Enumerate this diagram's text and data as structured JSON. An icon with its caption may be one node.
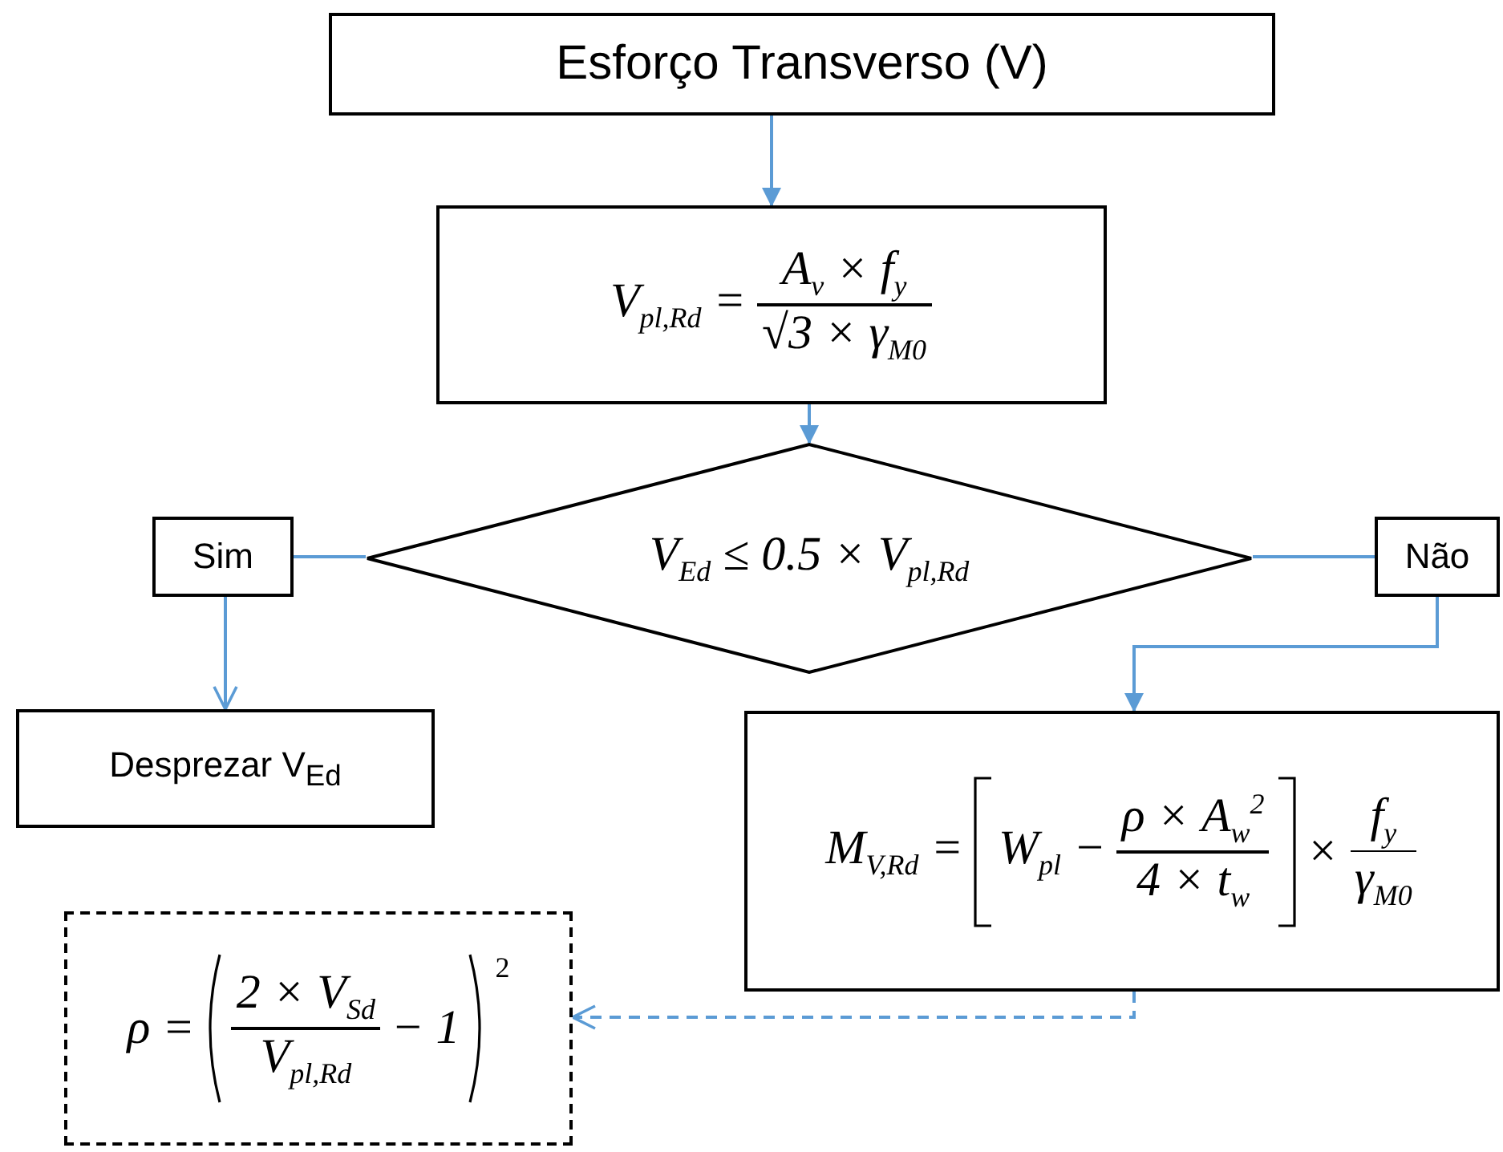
{
  "diagram": {
    "nodes": [
      {
        "text": [
          "Esforço Transverso (V)"
        ]
      },
      {
        "text": [
          "V$_{pl,Rd}$ =",
          "A$_{v}$ × f$_{y}$",
          "√3 × γ$_{M0}$"
        ]
      },
      {
        "text": [
          "V$_{Ed}$ ≤ 0.5 × V$_{pl,Rd}$"
        ]
      },
      {
        "text": [
          "Sim"
        ]
      },
      {
        "text": [
          "Não"
        ]
      },
      {
        "text": [
          "Desprezar V$_{Ed}$"
        ]
      },
      {
        "text": [
          "M$_{V,Rd}$ =",
          "W$_{pl}$ −",
          "ρ × A$_{w}$$^{2}$",
          "4 × t$_{w}$",
          "×",
          "f$_{y}$",
          "γ$_{M0}$"
        ]
      },
      {
        "text": [
          "ρ =",
          "2 × V$_{Sd}$",
          "V$_{pl,Rd}$",
          "− 1",
          "2"
        ]
      }
    ],
    "edges": [
      {
        "from": 0,
        "to": 1,
        "arrow": "to"
      },
      {
        "from": 1,
        "to": 2,
        "arrow": "to"
      },
      {
        "from": 2,
        "to": 3,
        "arrow": "none"
      },
      {
        "from": 2,
        "to": 4,
        "arrow": "none"
      },
      {
        "from": 3,
        "to": 5,
        "arrow": "to"
      },
      {
        "from": 4,
        "to": 6,
        "arrow": "to"
      },
      {
        "from": 6,
        "to": 7,
        "arrow": "to",
        "style": "dashed"
      }
    ]
  }
}
